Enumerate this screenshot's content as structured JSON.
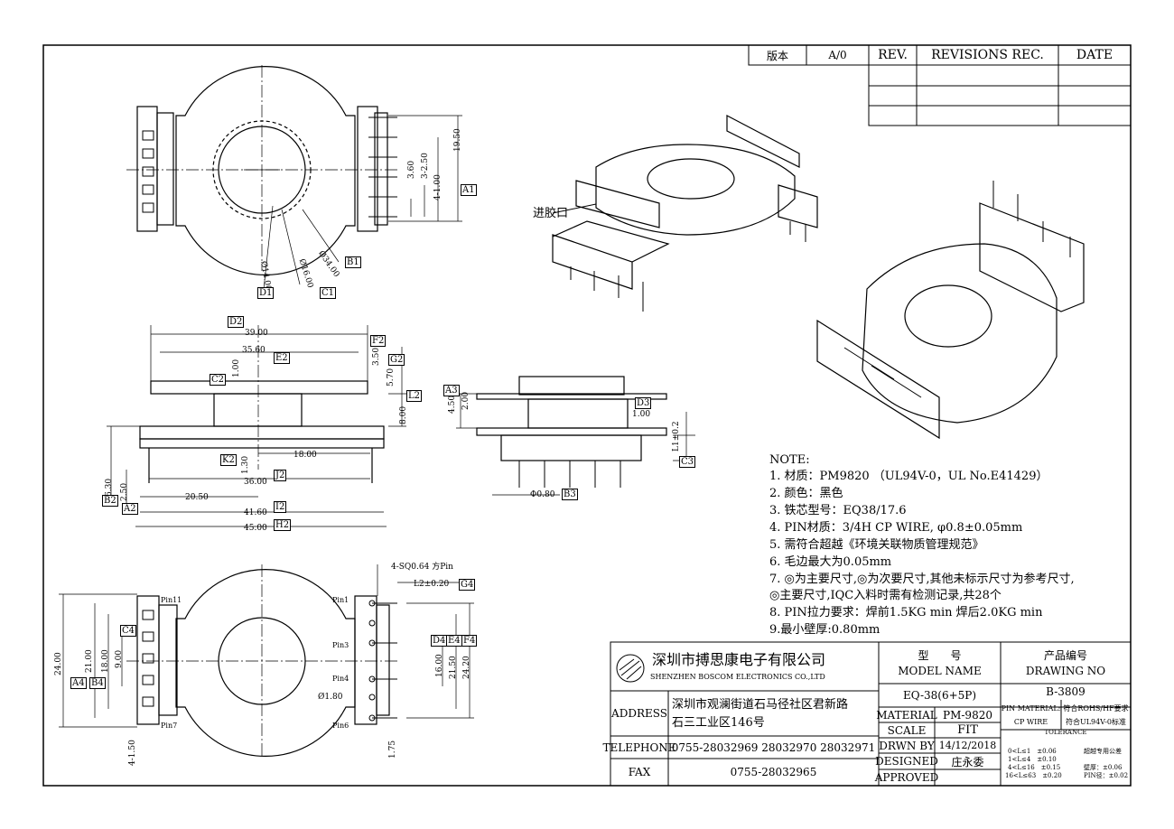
{
  "revision_table": {
    "version_label": "版本",
    "version_value": "A/0",
    "rev_header": "REV.",
    "revisions_header": "REVISIONS REC.",
    "date_header": "DATE"
  },
  "callouts": {
    "inlet": "进胶口"
  },
  "notes": {
    "title": "NOTE:",
    "items": [
      "1. 材质：PM9820 （UL94V-0，UL No.E41429）",
      "2. 颜色：黑色",
      "3. 铁芯型号：EQ38/17.6",
      "4. PIN材质：3/4H CP WIRE, φ0.8±0.05mm",
      "5. 需符合超越《环境关联物质管理规范》",
      "6. 毛边最大为0.05mm",
      "7. ◎为主要尺寸,◎为次要尺寸,其他未标示尺寸为参考尺寸,",
      "   ◎主要尺寸,IQC入料时需有检测记录,共28个",
      "8. PIN拉力要求：焊前1.5KG min 焊后2.0KG min",
      "9.最小壁厚:0.80mm"
    ]
  },
  "dimensions": {
    "top_view": [
      "19.50",
      "4-1.00",
      "3-2.50",
      "3.60",
      "Ø14.00",
      "Ø16.00",
      "Ø34.00",
      "A1",
      "B1",
      "C1",
      "D1"
    ],
    "front_view": [
      "39.00",
      "35.60",
      "1.00",
      "3.50",
      "5.70",
      "8.00",
      "18.00",
      "1.30",
      "36.00",
      "20.50",
      "41.60",
      "45.00",
      "6.30",
      "2.50",
      "D2",
      "E2",
      "F2",
      "G2",
      "C2",
      "L2",
      "K2",
      "J2",
      "B2",
      "A2",
      "I2",
      "H2"
    ],
    "side_view": [
      "4.50",
      "2.00",
      "1.00",
      "L1±0.2",
      "Φ0.80",
      "A3",
      "D3",
      "C3",
      "B3"
    ],
    "bottom_view": [
      "4-SQ0.64 方Pin",
      "L2±0.20",
      "24.00",
      "21.00",
      "18.00",
      "9.00",
      "16.00",
      "21.50",
      "24.20",
      "Ø1.80",
      "1.75",
      "4-1.50",
      "C4",
      "G4",
      "D4",
      "E4",
      "F4",
      "A4",
      "B4",
      "Pin11",
      "Pin7",
      "Pin1",
      "Pin3",
      "Pin4",
      "Pin6"
    ]
  },
  "title_block": {
    "company_cn": "深圳市搏思康电子有限公司",
    "company_en": "SHENZHEN BOSCOM ELECTRONICS CO.,LTD",
    "address_label": "ADDRESS",
    "address_line1": "深圳市观澜街道石马径社区君新路",
    "address_line2": "石三工业区146号",
    "telephone_label": "TELEPHONE",
    "telephone": "0755-28032969 28032970 28032971",
    "fax_label": "FAX",
    "fax": "0755-28032965",
    "model_label_cn": "型　　号",
    "model_label_en": "MODEL NAME",
    "model_value": "EQ-38(6+5P)",
    "drawing_label_cn": "产品编号",
    "drawing_label_en": "DRAWING NO",
    "drawing_value": "B-3809",
    "material_label": "MATERIAL",
    "material_value": "PM-9820",
    "scale_label": "SCALE",
    "scale_value": "FIT",
    "drawn_label": "DRWN BY",
    "drawn_value": "14/12/2018",
    "designed_label": "DESIGNED",
    "designed_value": "庄永委",
    "approved_label": "APPROVED",
    "pin_material_label": "PIN MATERIAL:",
    "pin_material_value": "CP WIRE",
    "rohs": "符合ROHS/HF要求",
    "ul": "符合UL94V-0标准",
    "tolerance_label": "TOLERANCE",
    "tol_rows": [
      "0<L≤1　±0.06",
      "1<L≤4　±0.10",
      "4<L≤16　±0.15",
      "16<L≤63　±0.20"
    ],
    "tol_note": "超越专用公差",
    "tol_wall": "壁厚：±0.06",
    "tol_pin": "PIN径：±0.02"
  }
}
